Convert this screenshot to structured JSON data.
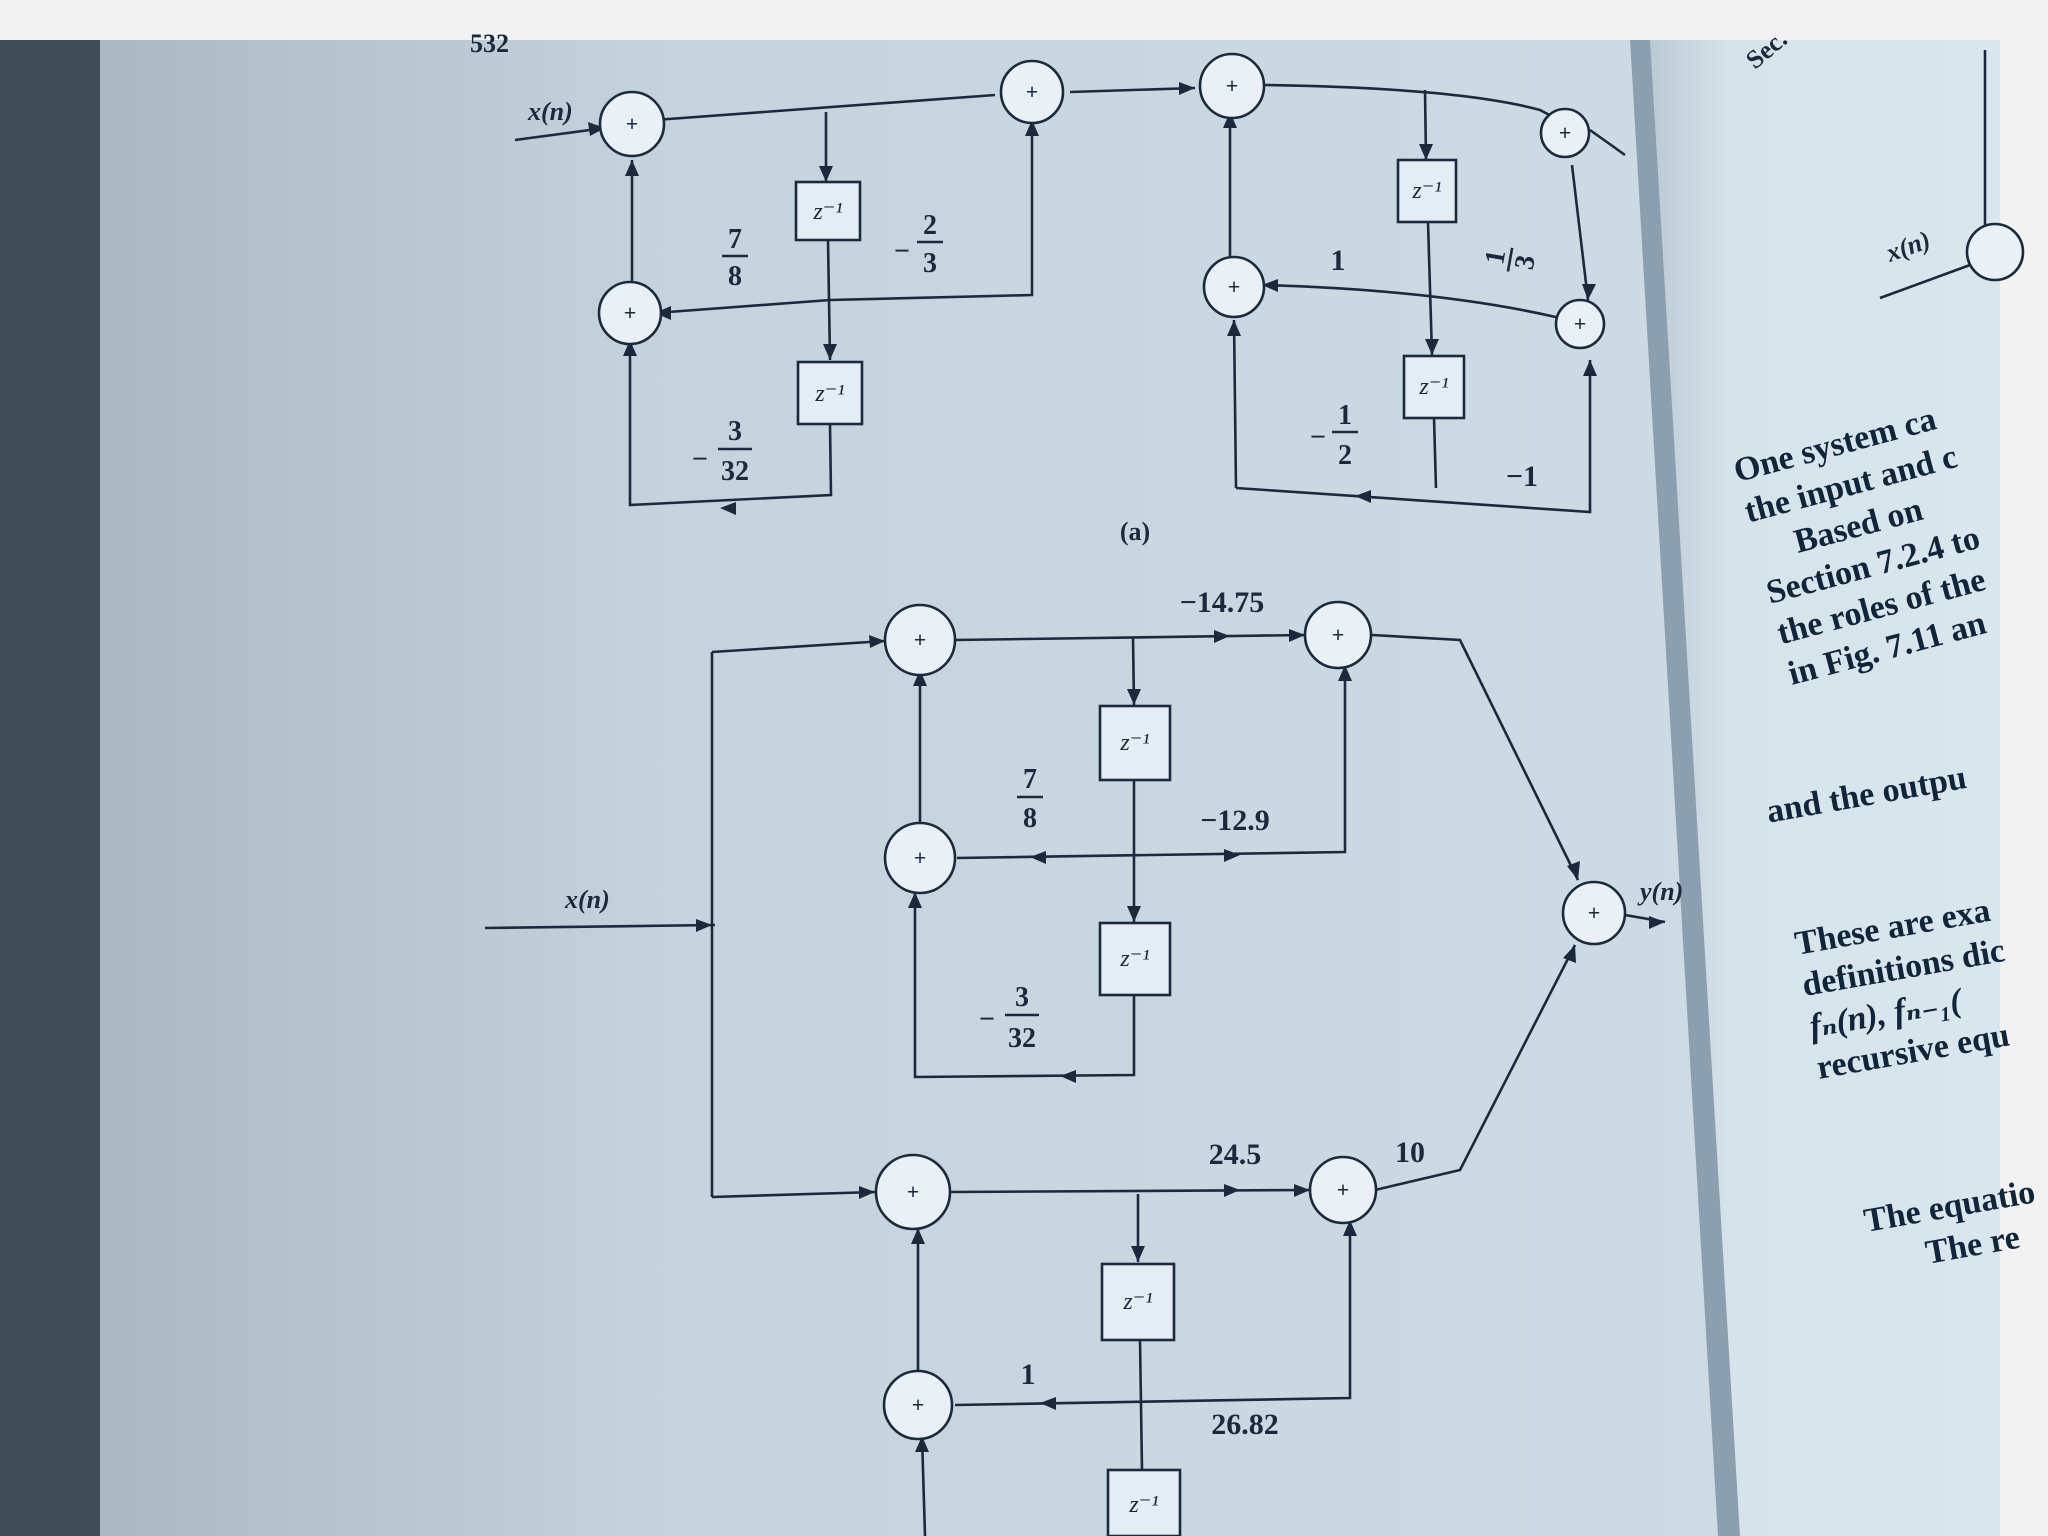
{
  "figure": {
    "caption": "(a)",
    "delay_label": "z⁻¹",
    "input_label": "x(n)",
    "output_label": "y(n)",
    "page_number": "532",
    "side_page_header": "Sec."
  },
  "part_a": {
    "left_section": {
      "coef_7_8": {
        "num": "7",
        "den": "8"
      },
      "coef_neg_2_3": {
        "sign": "−",
        "num": "2",
        "den": "3"
      },
      "coef_neg_3_32": {
        "sign": "−",
        "num": "3",
        "den": "32"
      }
    },
    "right_section": {
      "coef_1": "1",
      "coef_1_3": {
        "num": "1",
        "den": "3"
      },
      "coef_neg_1_2": {
        "sign": "−",
        "num": "1",
        "den": "2"
      },
      "coef_neg_1": "−1"
    }
  },
  "part_b": {
    "upper_section": {
      "coef_7_8": {
        "num": "7",
        "den": "8"
      },
      "coef_neg_3_32": {
        "sign": "−",
        "num": "3",
        "den": "32"
      },
      "coef_neg_14_75": "−14.75",
      "coef_neg_12_9": "−12.9"
    },
    "lower_section": {
      "coef_24_5": "24.5",
      "coef_10": "10",
      "coef_1": "1",
      "coef_26_82": "26.82"
    }
  },
  "right_page": {
    "lines": [
      "One system ca",
      "the input and c",
      "Based on",
      "Section 7.2.4 to",
      "the roles of the",
      "in Fig. 7.11 an",
      "and the outpu",
      "These are exa",
      "definitions dic",
      "fₙ(n), fₙ₋₁(",
      "recursive equ",
      "The equatio",
      "The re"
    ]
  },
  "colors": {
    "background_dark": "#3a4a58",
    "left_page": "#c3d2dc",
    "right_page": "#d4e1ea",
    "ink": "#1a2a3c"
  }
}
